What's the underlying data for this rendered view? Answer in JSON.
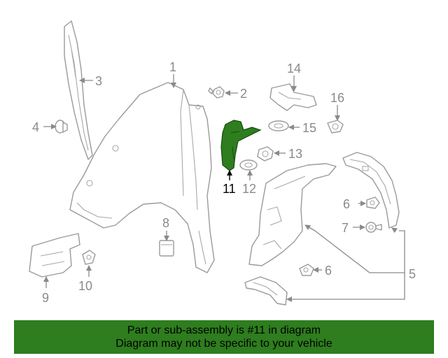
{
  "callouts": [
    "1",
    "2",
    "3",
    "4",
    "5",
    "6",
    "6",
    "7",
    "8",
    "9",
    "10",
    "11",
    "12",
    "13",
    "14",
    "15",
    "16"
  ],
  "highlight": {
    "part_number": "11",
    "color": "#2e7d1e"
  },
  "banner": {
    "line1": "Part or sub-assembly is #11 in diagram",
    "line2": "Diagram may not be specific to your vehicle",
    "background": "#2e7d1e"
  }
}
